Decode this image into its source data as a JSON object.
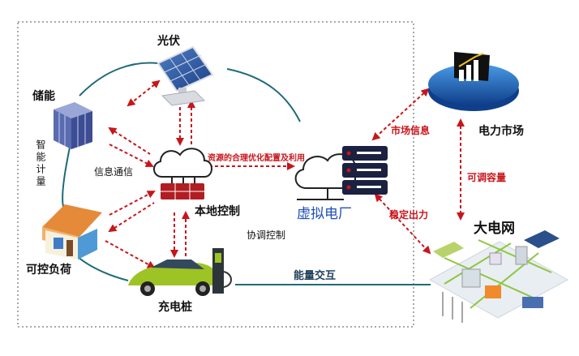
{
  "nodes": {
    "solar": "光伏",
    "storage": "储能",
    "load": "可控负荷",
    "charger": "充电桩",
    "local_control": "本地控制",
    "vpp": "虚拟电厂",
    "market": "电力市场",
    "grid": "大电网"
  },
  "labels": {
    "smart_metering": "智能计量",
    "info_comm": "信息通信",
    "resource_opt": "资源的合理优化配置及利用",
    "coordinated_control": "协调控制",
    "market_info": "市场信息",
    "adjustable_capacity": "可调容量",
    "stable_output": "稳定出力",
    "energy_exchange": "能量交互"
  },
  "colors": {
    "arrow_red": "#c8151b",
    "line_teal": "#1f6b78",
    "label_blue": "#1e4fb5",
    "server_dark": "#1b2140",
    "market_blue": "#1a5fb4"
  },
  "icons": [
    "solar-panel-icon",
    "battery-storage-icon",
    "house-icon",
    "ev-charger-icon",
    "cloud-control-icon",
    "server-cloud-icon",
    "market-platform-icon",
    "city-grid-icon"
  ]
}
